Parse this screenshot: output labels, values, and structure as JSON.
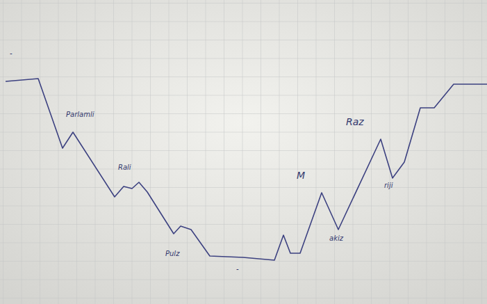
{
  "diagram": {
    "labels": [
      "-",
      "Parlamli",
      "Rali",
      "Pulz",
      "-",
      "M",
      "akiz",
      "Raz",
      "riji"
    ]
  }
}
